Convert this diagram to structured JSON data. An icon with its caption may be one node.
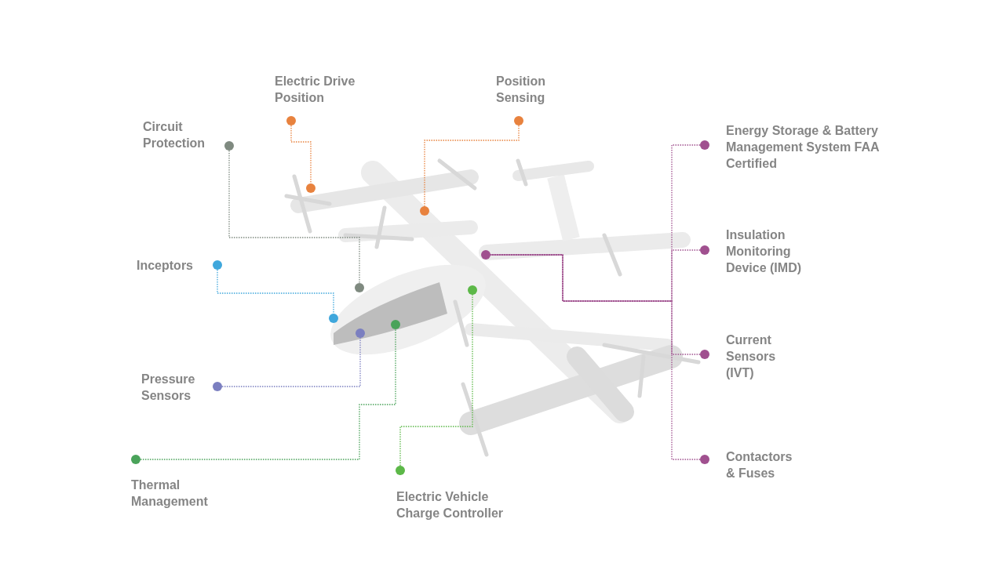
{
  "diagram": {
    "nodes": [
      {
        "text": [
          "Electric Drive Position"
        ]
      },
      {
        "text": [
          "Position Sensing"
        ]
      },
      {
        "text": [
          "Circuit Protection"
        ]
      },
      {
        "text": [
          "Energy Storage & Battery Management System FAA Certified"
        ]
      },
      {
        "text": [
          "Insulation Monitoring Device (IMD)"
        ]
      },
      {
        "text": [
          "Inceptors"
        ]
      },
      {
        "text": [
          "Current Sensors (IVT)"
        ]
      },
      {
        "text": [
          "Pressure Sensors"
        ]
      },
      {
        "text": [
          "Contactors & Fuses"
        ]
      },
      {
        "text": [
          "Thermal Management"
        ]
      },
      {
        "text": [
          "Electric Vehicle Charge Controller"
        ]
      },
      {
        "text": [],
        "shape": "circle"
      },
      {
        "text": [],
        "shape": "circle"
      },
      {
        "text": [],
        "shape": "circle"
      },
      {
        "text": [],
        "shape": "circle"
      },
      {
        "text": [],
        "shape": "circle"
      },
      {
        "text": [],
        "shape": "circle"
      },
      {
        "text": [],
        "shape": "circle"
      },
      {
        "text": [],
        "shape": "circle"
      }
    ],
    "edges": [
      {
        "from": 0,
        "to": 11,
        "arrow": "none",
        "color": "#e8823e"
      },
      {
        "from": 1,
        "to": 12,
        "arrow": "none",
        "color": "#e8823e"
      },
      {
        "from": 2,
        "to": 14,
        "arrow": "none",
        "color": "#7f8a80"
      },
      {
        "from": 3,
        "to": 13,
        "arrow": "none"
      },
      {
        "from": 4,
        "to": 13,
        "arrow": "none"
      },
      {
        "from": 5,
        "to": 16,
        "arrow": "none",
        "color": "#3fa7dc"
      },
      {
        "from": 6,
        "to": 13,
        "arrow": "none"
      },
      {
        "from": 7,
        "to": 18,
        "arrow": "none",
        "color": "#7b7fc0"
      },
      {
        "from": 8,
        "to": 13,
        "arrow": "none"
      },
      {
        "from": 9,
        "to": 17,
        "arrow": "none",
        "color": "#4aa35a"
      },
      {
        "from": 10,
        "to": 15,
        "arrow": "none",
        "color": "#5cb848"
      }
    ]
  }
}
